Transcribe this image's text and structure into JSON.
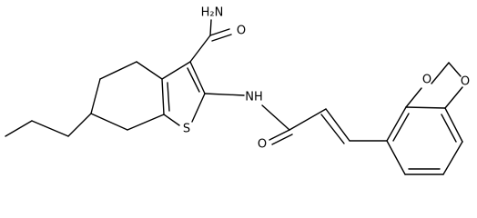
{
  "atom_labels": {
    "nh2": "H₂N",
    "o_amide1": "O",
    "nh": "NH",
    "s": "S",
    "o_amide2": "O",
    "o_diox1": "O",
    "o_diox2": "O"
  }
}
